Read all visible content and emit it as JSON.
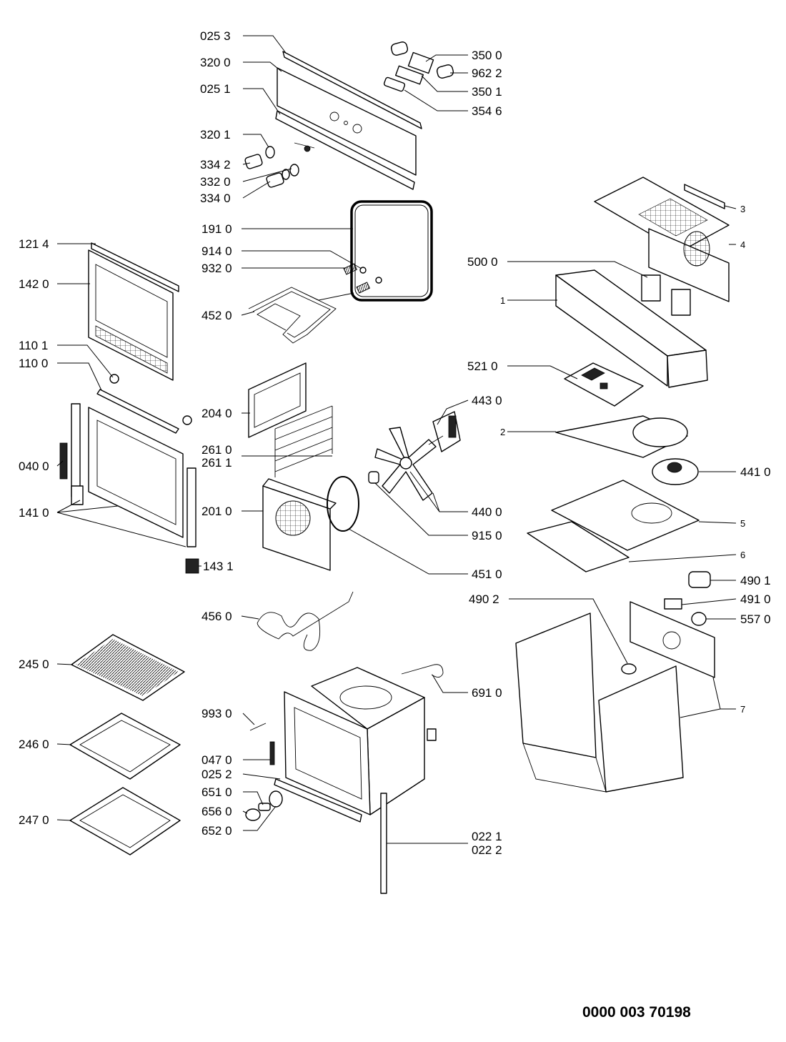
{
  "document_number": "0000 003 70198",
  "part_labels": [
    {
      "id": "p0253",
      "text": "025 3"
    },
    {
      "id": "p3200",
      "text": "320 0"
    },
    {
      "id": "p0251",
      "text": "025 1"
    },
    {
      "id": "p3201",
      "text": "320 1"
    },
    {
      "id": "p3342",
      "text": "334 2"
    },
    {
      "id": "p3320",
      "text": "332 0"
    },
    {
      "id": "p3340",
      "text": "334 0"
    },
    {
      "id": "p3500",
      "text": "350 0"
    },
    {
      "id": "p9622",
      "text": "962 2"
    },
    {
      "id": "p3501",
      "text": "350 1"
    },
    {
      "id": "p3546",
      "text": "354 6"
    },
    {
      "id": "p1910",
      "text": "191 0"
    },
    {
      "id": "p9140",
      "text": "914 0"
    },
    {
      "id": "p9320",
      "text": "932 0"
    },
    {
      "id": "p4520",
      "text": "452 0"
    },
    {
      "id": "p1214",
      "text": "121 4"
    },
    {
      "id": "p1420",
      "text": "142 0"
    },
    {
      "id": "p1101",
      "text": "110 1"
    },
    {
      "id": "p1100",
      "text": "110 0"
    },
    {
      "id": "p0400",
      "text": "040 0"
    },
    {
      "id": "p1410",
      "text": "141 0"
    },
    {
      "id": "p1431",
      "text": "143 1"
    },
    {
      "id": "p2040",
      "text": "204 0"
    },
    {
      "id": "p2610",
      "text": "261 0"
    },
    {
      "id": "p2611",
      "text": "261 1"
    },
    {
      "id": "p2010",
      "text": "201 0"
    },
    {
      "id": "p4430",
      "text": "443 0"
    },
    {
      "id": "p4400",
      "text": "440 0"
    },
    {
      "id": "p9150",
      "text": "915 0"
    },
    {
      "id": "p4510",
      "text": "451 0"
    },
    {
      "id": "p4560",
      "text": "456 0"
    },
    {
      "id": "p5000",
      "text": "500 0"
    },
    {
      "id": "p5210",
      "text": "521 0"
    },
    {
      "id": "p4410",
      "text": "441 0"
    },
    {
      "id": "p4901",
      "text": "490 1"
    },
    {
      "id": "p4910",
      "text": "491 0"
    },
    {
      "id": "p4902",
      "text": "490 2"
    },
    {
      "id": "p5570",
      "text": "557 0"
    },
    {
      "id": "p2450",
      "text": "245 0"
    },
    {
      "id": "p2460",
      "text": "246 0"
    },
    {
      "id": "p2470",
      "text": "247 0"
    },
    {
      "id": "p9930",
      "text": "993 0"
    },
    {
      "id": "p0470",
      "text": "047 0"
    },
    {
      "id": "p0252",
      "text": "025 2"
    },
    {
      "id": "p6510",
      "text": "651 0"
    },
    {
      "id": "p6560",
      "text": "656 0"
    },
    {
      "id": "p6520",
      "text": "652 0"
    },
    {
      "id": "p6910",
      "text": "691 0"
    },
    {
      "id": "p0221",
      "text": "022 1"
    },
    {
      "id": "p0222",
      "text": "022 2"
    }
  ],
  "assembly_labels": [
    {
      "id": "a3",
      "text": "3"
    },
    {
      "id": "a4",
      "text": "4"
    },
    {
      "id": "a1",
      "text": "1"
    },
    {
      "id": "a2",
      "text": "2"
    },
    {
      "id": "a5",
      "text": "5"
    },
    {
      "id": "a6",
      "text": "6"
    },
    {
      "id": "a7",
      "text": "7"
    }
  ]
}
